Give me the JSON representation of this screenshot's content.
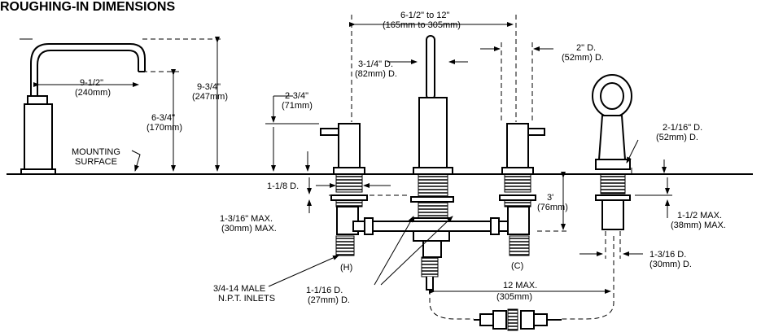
{
  "title": "ROUGHING-IN DIMENSIONS",
  "labels": {
    "spread": "6-1/2\" to 12\"",
    "spread_mm": "(165mm to 305mm)",
    "spout_reach": "9-1/2\"",
    "spout_reach_mm": "(240mm)",
    "spout_height": "9-3/4\"",
    "spout_height_mm": "(247mm)",
    "spout_clear": "6-3/4\"",
    "spout_clear_mm": "(170mm)",
    "mounting": "MOUNTING",
    "surface": "SURFACE",
    "handle_height": "2-3/4\"",
    "handle_height_mm": "(71mm)",
    "spout_dia": "3-1/4\" D.",
    "spout_dia_mm": "(82mm) D.",
    "handle_dia": "2\" D.",
    "handle_dia_mm": "(52mm) D.",
    "shower_dia": "2-1/16\" D.",
    "shower_dia_mm": "(52mm) D.",
    "shank_dia": "1-1/8 D.",
    "max_deck": "1-3/16\" MAX.",
    "max_deck_mm": "(30mm) MAX.",
    "below_deck": "3'",
    "below_deck_mm": "(76mm)",
    "shower_max": "1-1/2 MAX.",
    "shower_max_mm": "(38mm) MAX.",
    "hot": "(H)",
    "cold": "(C)",
    "shower_shank": "1-3/16 D.",
    "shower_shank_mm": "(30mm) D.",
    "inlets": "3/4-14 MALE",
    "inlets2": "N.P.T. INLETS",
    "body_dia": "1-1/16 D.",
    "body_dia_mm": "(27mm) D.",
    "hose_max": "12 MAX.",
    "hose_max_mm": "(305mm)"
  }
}
